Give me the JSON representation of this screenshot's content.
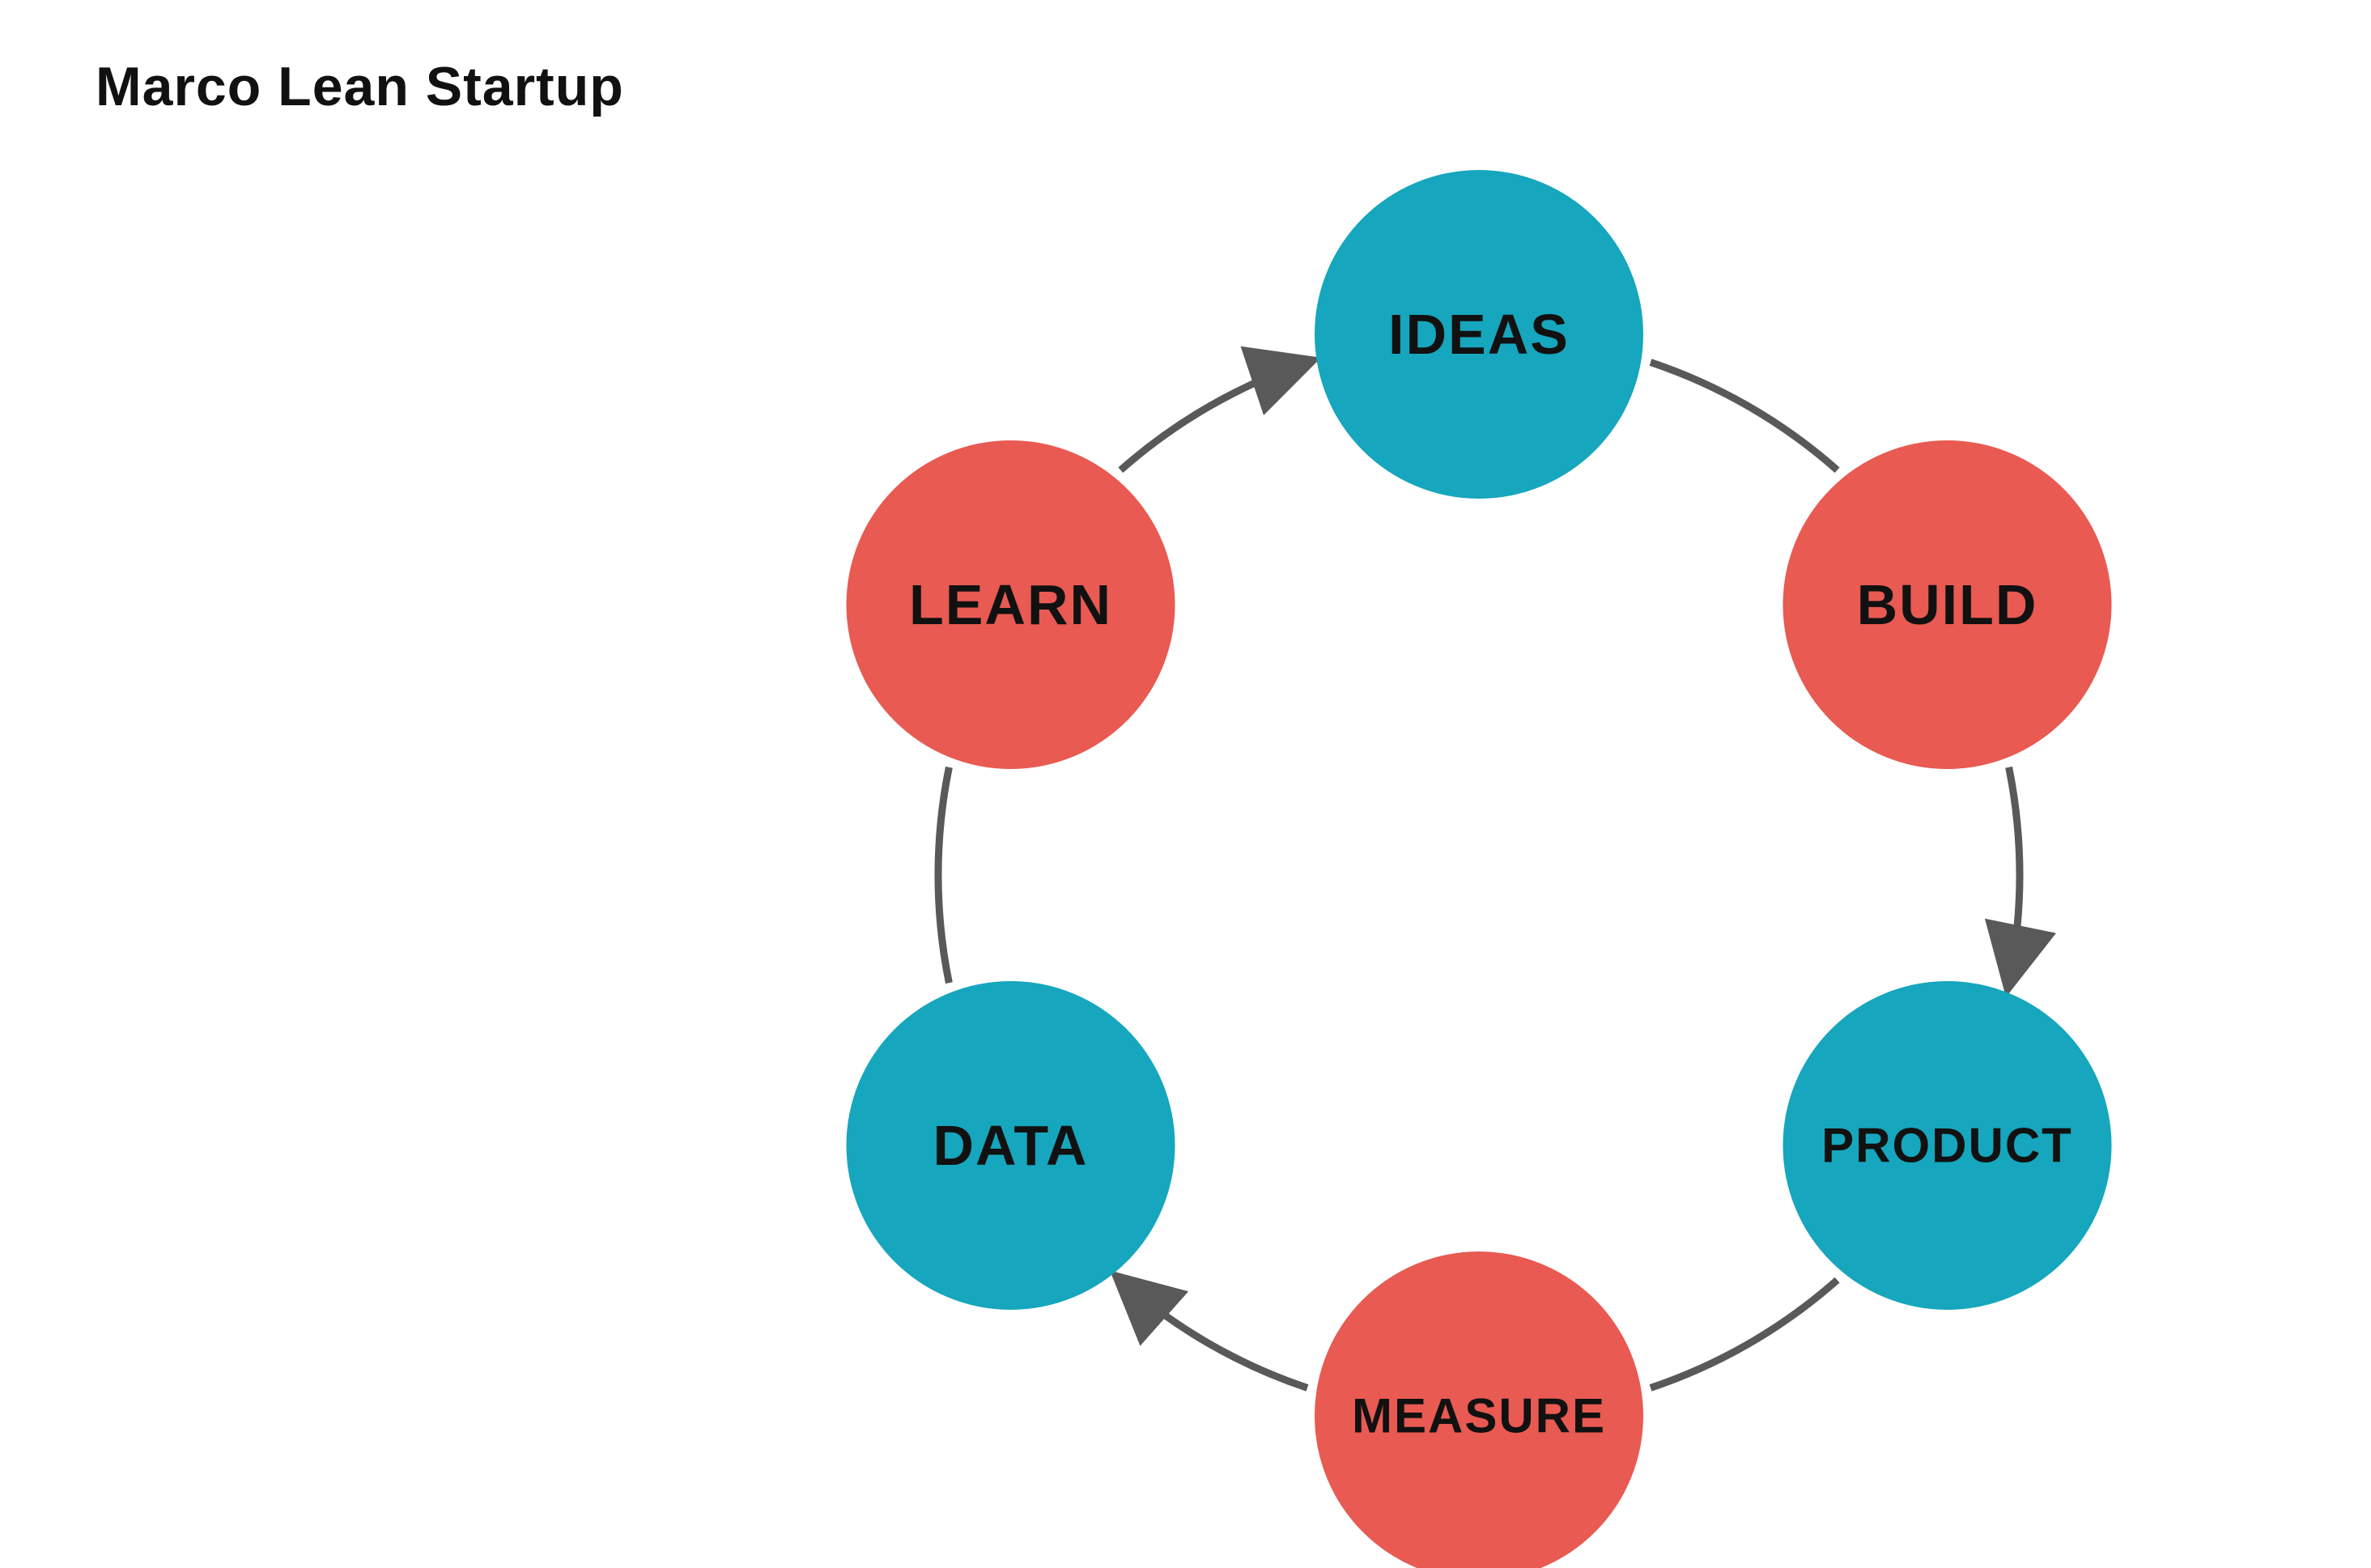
{
  "title": "Marco Lean Startup",
  "colors": {
    "teal": "#16a6bd",
    "red": "#e85a52",
    "connector": "#595959",
    "text": "#111111"
  },
  "nodes": [
    {
      "id": "ideas",
      "label": "IDEAS",
      "color": "teal"
    },
    {
      "id": "build",
      "label": "BUILD",
      "color": "red"
    },
    {
      "id": "product",
      "label": "PRODUCT",
      "color": "teal"
    },
    {
      "id": "measure",
      "label": "MEASURE",
      "color": "red"
    },
    {
      "id": "data",
      "label": "DATA",
      "color": "teal"
    },
    {
      "id": "learn",
      "label": "LEARN",
      "color": "red"
    }
  ],
  "edges": [
    {
      "from": "ideas",
      "to": "build",
      "arrow": false
    },
    {
      "from": "build",
      "to": "product",
      "arrow": true
    },
    {
      "from": "product",
      "to": "measure",
      "arrow": false
    },
    {
      "from": "measure",
      "to": "data",
      "arrow": true
    },
    {
      "from": "data",
      "to": "learn",
      "arrow": false
    },
    {
      "from": "learn",
      "to": "ideas",
      "arrow": true
    }
  ]
}
